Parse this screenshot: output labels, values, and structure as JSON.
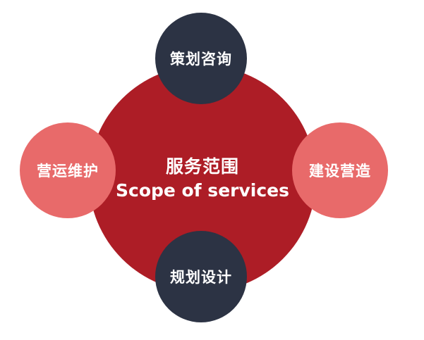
{
  "center": {
    "title": "服务范围",
    "subtitle": "Scope of services"
  },
  "nodes": {
    "top": {
      "label": "策划咨询"
    },
    "left": {
      "label": "营运维护"
    },
    "right": {
      "label": "建设营造"
    },
    "bottom": {
      "label": "规划设计"
    }
  },
  "colors": {
    "center": "#ad1d26",
    "dark_nodes": "#2c3344",
    "light_nodes": "#e86a6a",
    "text": "#ffffff"
  }
}
